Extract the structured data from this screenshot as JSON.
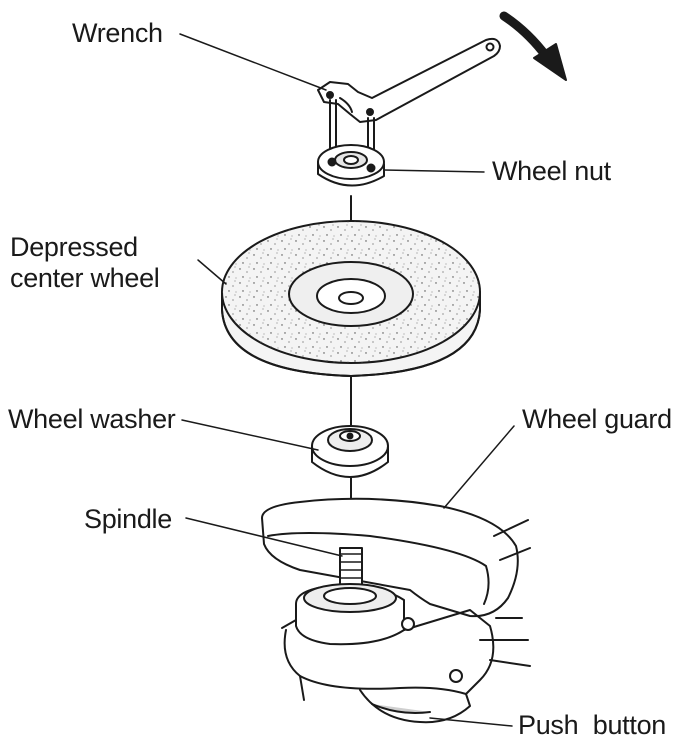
{
  "labels": {
    "wrench": "Wrench",
    "wheel_nut": "Wheel nut",
    "depressed_center_wheel_line1": "Depressed",
    "depressed_center_wheel_line2": "center wheel",
    "wheel_washer": "Wheel washer",
    "wheel_guard": "Wheel guard",
    "spindle": "Spindle",
    "push_button": "Push  button"
  },
  "colors": {
    "ink": "#1a1a1a",
    "paper": "#ffffff",
    "wheel_fill": "#f4f4f4",
    "shade": "#d8d8d8"
  },
  "icons": {
    "rotation_arrow": "curved-arrow-clockwise"
  }
}
